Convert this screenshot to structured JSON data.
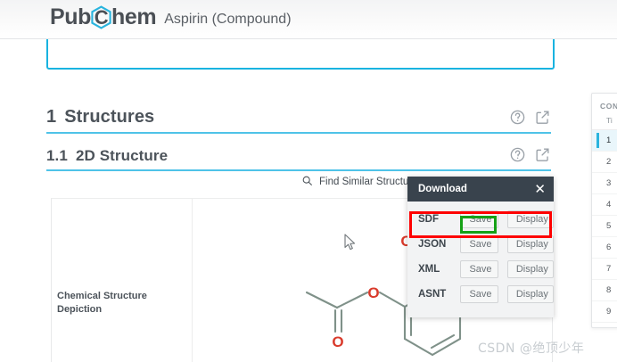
{
  "header": {
    "logo_pub": "Pub",
    "logo_hex_letter": "C",
    "logo_hem": "hem",
    "page_subtitle": "Aspirin (Compound)",
    "hex_color": "#29b4de"
  },
  "cyan_box": {
    "border_color": "#18b3e0",
    "ghost_text": ""
  },
  "sections": [
    {
      "number": "1",
      "title": "Structures",
      "help_icon": "question-circle-icon",
      "link_icon": "external-link-icon"
    },
    {
      "number": "1.1",
      "title": "2D Structure",
      "help_icon": "question-circle-icon",
      "link_icon": "external-link-icon"
    }
  ],
  "find_similar": {
    "icon": "search-icon",
    "label": "Find Similar Structures"
  },
  "structure_card": {
    "label": "Chemical Structure Depiction",
    "atom_labels": [
      "O",
      "O",
      "O"
    ],
    "atom_color": "#d93a2b",
    "bond_color": "#7f9189"
  },
  "download_dialog": {
    "title": "Download",
    "close_icon": "close-icon",
    "header_bg": "#39434d",
    "rows": [
      {
        "format": "SDF",
        "save_label": "Save",
        "display_label": "Display"
      },
      {
        "format": "JSON",
        "save_label": "Save",
        "display_label": "Display"
      },
      {
        "format": "XML",
        "save_label": "Save",
        "display_label": "Display"
      },
      {
        "format": "ASNT",
        "save_label": "Save",
        "display_label": "Display"
      }
    ]
  },
  "highlights": {
    "red_box_color": "#fe0000",
    "red_box_target": "SDF row",
    "green_box_color": "#16a116",
    "green_box_target": "SDF Save button"
  },
  "toc_panel": {
    "heading": "CON",
    "subheading": "Ti",
    "items": [
      {
        "number": "1",
        "active": true
      },
      {
        "number": "2",
        "active": false
      },
      {
        "number": "3",
        "active": false
      },
      {
        "number": "4",
        "active": false
      },
      {
        "number": "5",
        "active": false
      },
      {
        "number": "6",
        "active": false
      },
      {
        "number": "7",
        "active": false
      },
      {
        "number": "8",
        "active": false
      },
      {
        "number": "9",
        "active": false
      }
    ]
  },
  "watermark": {
    "text": "CSDN @绝顶少年"
  }
}
